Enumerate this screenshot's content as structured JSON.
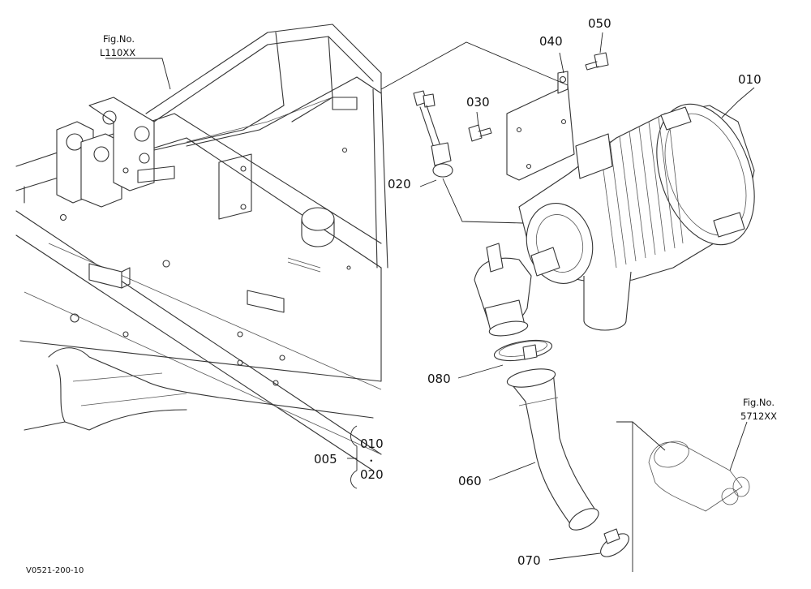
{
  "parts": {
    "p010": "010",
    "p020": "020",
    "p030": "030",
    "p040": "040",
    "p050": "050",
    "p060": "060",
    "p070": "070",
    "p080": "080"
  },
  "assembly": {
    "code": "005",
    "range_start": "010",
    "range_sep": "・",
    "range_end": "020"
  },
  "references": {
    "left_caption": "Fig.No.",
    "left_code": "L110XX",
    "right_caption": "Fig.No.",
    "right_code": "5712XX"
  },
  "footer": {
    "drawing_id": "V0521-200-10"
  }
}
